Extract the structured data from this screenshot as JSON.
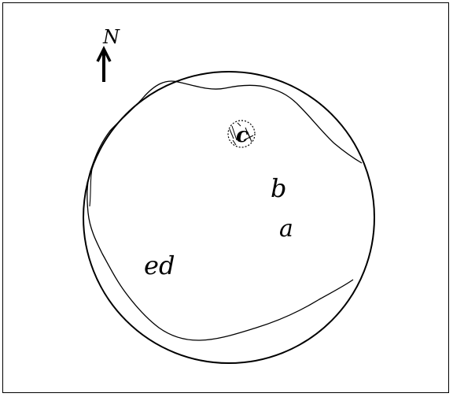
{
  "compass": {
    "label": "N",
    "icon": "north-arrow-icon"
  },
  "labels": {
    "a": "a",
    "b": "b",
    "c": "c",
    "ed": "ed"
  },
  "colors": {
    "ink": "#000000",
    "paper": "#ffffff"
  }
}
